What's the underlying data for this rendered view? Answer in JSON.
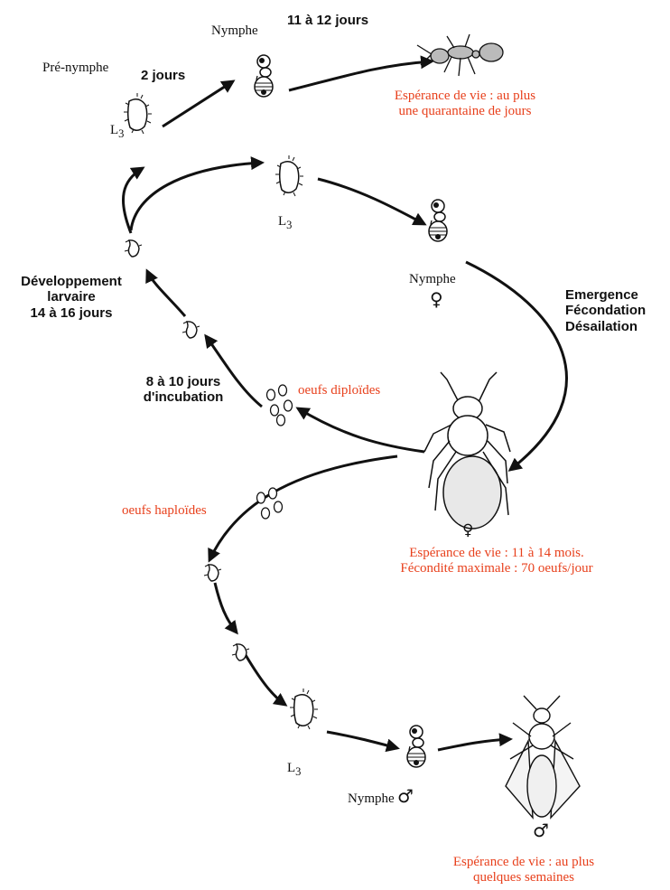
{
  "colors": {
    "accent_red": "#e8401c",
    "ink": "#111111"
  },
  "labels": {
    "pre_nymphe": "Pré-nymphe",
    "nymphe_top": "Nymphe",
    "duration_2j": "2 jours",
    "duration_11_12j": "11 à 12 jours",
    "worker_life_1": "Espérance de vie : au plus",
    "worker_life_2": "une quarantaine de  jours",
    "l3": "L",
    "l3_sub": "3",
    "nymphe": "Nymphe",
    "female_sym": "♀",
    "male_sym": "♂",
    "dev_1": "Développement",
    "dev_2": "larvaire",
    "dev_3": "14 à 16 jours",
    "emergence_1": "Emergence",
    "emergence_2": "Fécondation",
    "emergence_3": "Désailation",
    "incub_1": "8 à 10 jours",
    "incub_2": "d'incubation",
    "oeufs_diploides": "oeufs diploïdes",
    "oeufs_haploides": "oeufs haploïdes",
    "queen_life_1": "Espérance de vie : 11 à 14 mois.",
    "queen_life_2": "Fécondité  maximale : 70 oeufs/jour",
    "male_life_1": "Espérance de vie : au plus",
    "male_life_2": "quelques semaines"
  }
}
